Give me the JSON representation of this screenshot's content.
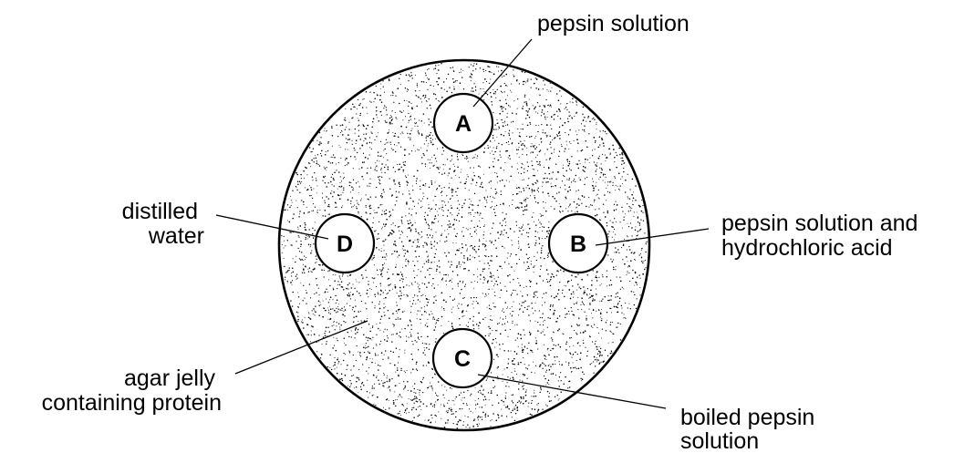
{
  "diagram": {
    "wells": [
      {
        "letter": "A"
      },
      {
        "letter": "B"
      },
      {
        "letter": "C"
      },
      {
        "letter": "D"
      }
    ],
    "labels": {
      "A": [
        "pepsin solution"
      ],
      "B": [
        "pepsin solution and",
        "hydrochloric acid"
      ],
      "C": [
        "boiled pepsin",
        "solution"
      ],
      "D": [
        "distilled",
        "water"
      ],
      "agar": [
        "agar jelly",
        "containing protein"
      ]
    }
  },
  "colors": {
    "ink": "#000000",
    "background": "#ffffff",
    "agar_stipple": "#000000"
  }
}
